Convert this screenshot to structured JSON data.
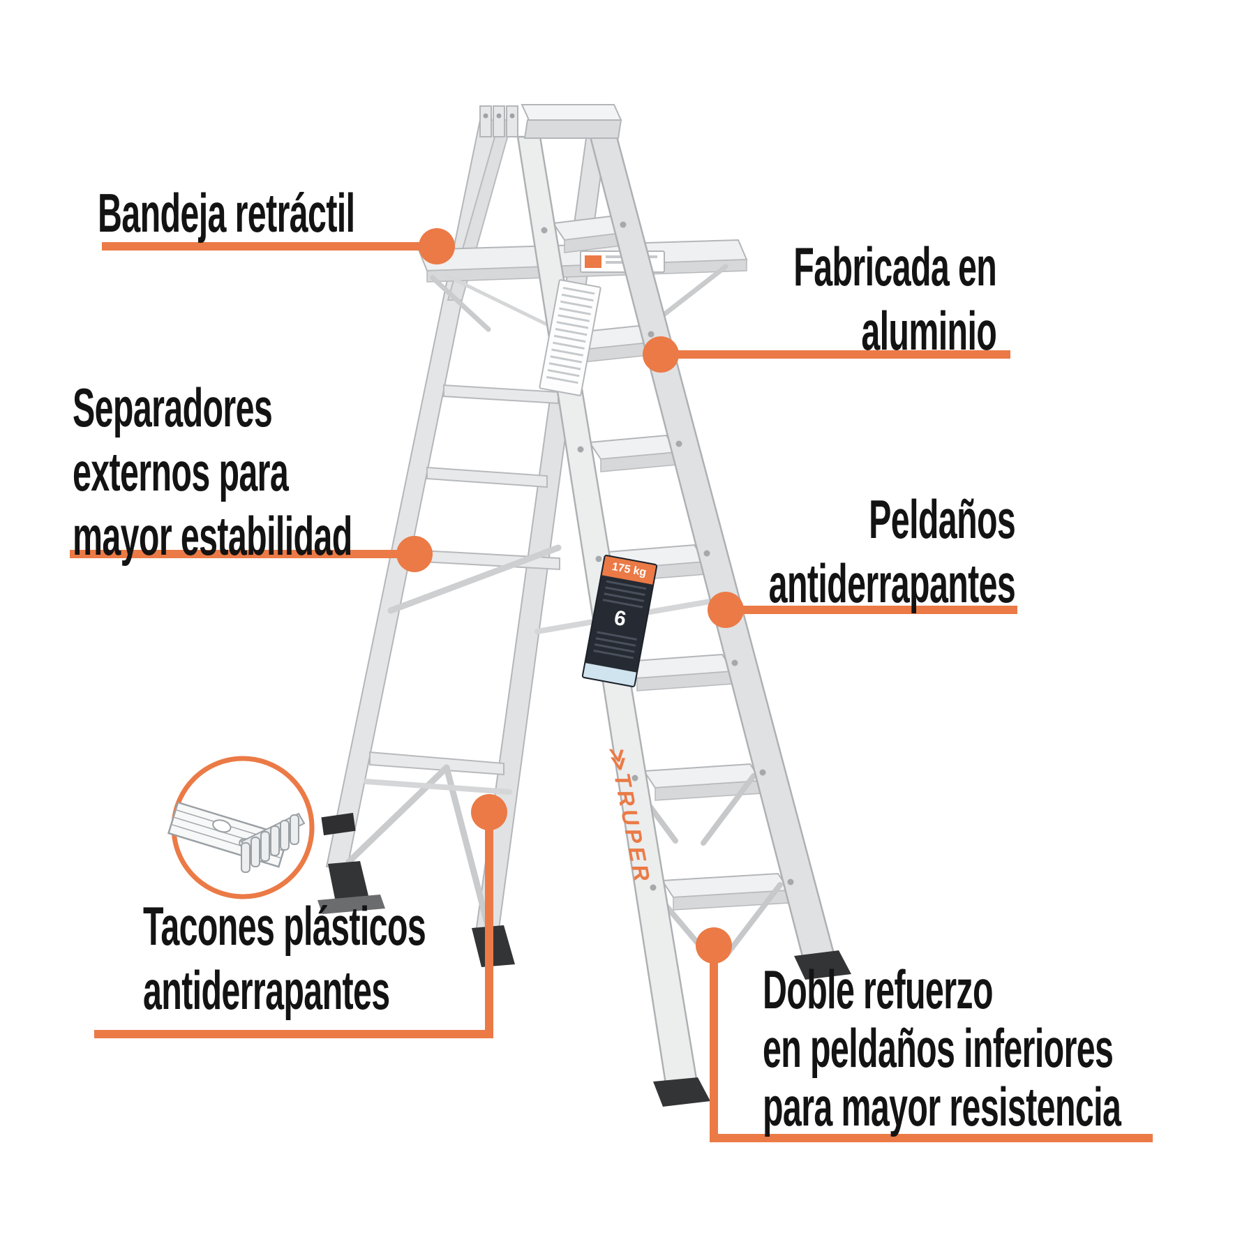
{
  "theme": {
    "background": "#ffffff",
    "accent": "#EB7A46",
    "text": "#131313"
  },
  "callouts": {
    "bandeja": {
      "lines": [
        "Bandeja retráctil"
      ]
    },
    "fabricada": {
      "lines": [
        "Fabricada en",
        "aluminio"
      ]
    },
    "separadores": {
      "lines": [
        "Separadores",
        "externos para",
        "mayor estabilidad"
      ]
    },
    "peldanos": {
      "lines": [
        "Peldaños",
        "antiderrapantes"
      ]
    },
    "tacones": {
      "lines": [
        "Tacones plásticos",
        "antiderrapantes"
      ]
    },
    "doble": {
      "lines": [
        "Doble refuerzo",
        "en peldaños inferiores",
        "para mayor resistencia"
      ]
    }
  },
  "ladder": {
    "brand": "TRUPER",
    "capacity_label": "175 kg",
    "steps_label": "6"
  }
}
